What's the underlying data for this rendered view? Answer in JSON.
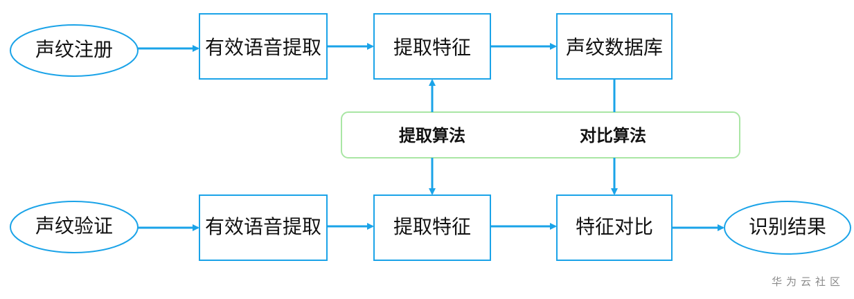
{
  "colors": {
    "stroke": "#1aa3e8",
    "algo_border": "#a9e6a4"
  },
  "nodes": {
    "register": "声纹注册",
    "register_extract": "有效语音提取",
    "register_features": "提取特征",
    "database": "声纹数据库",
    "verify": "声纹验证",
    "verify_extract": "有效语音提取",
    "verify_features": "提取特征",
    "compare": "特征对比",
    "result": "识别结果"
  },
  "algorithms": {
    "extract": "提取算法",
    "compare": "对比算法"
  },
  "watermark": "华为云社区"
}
